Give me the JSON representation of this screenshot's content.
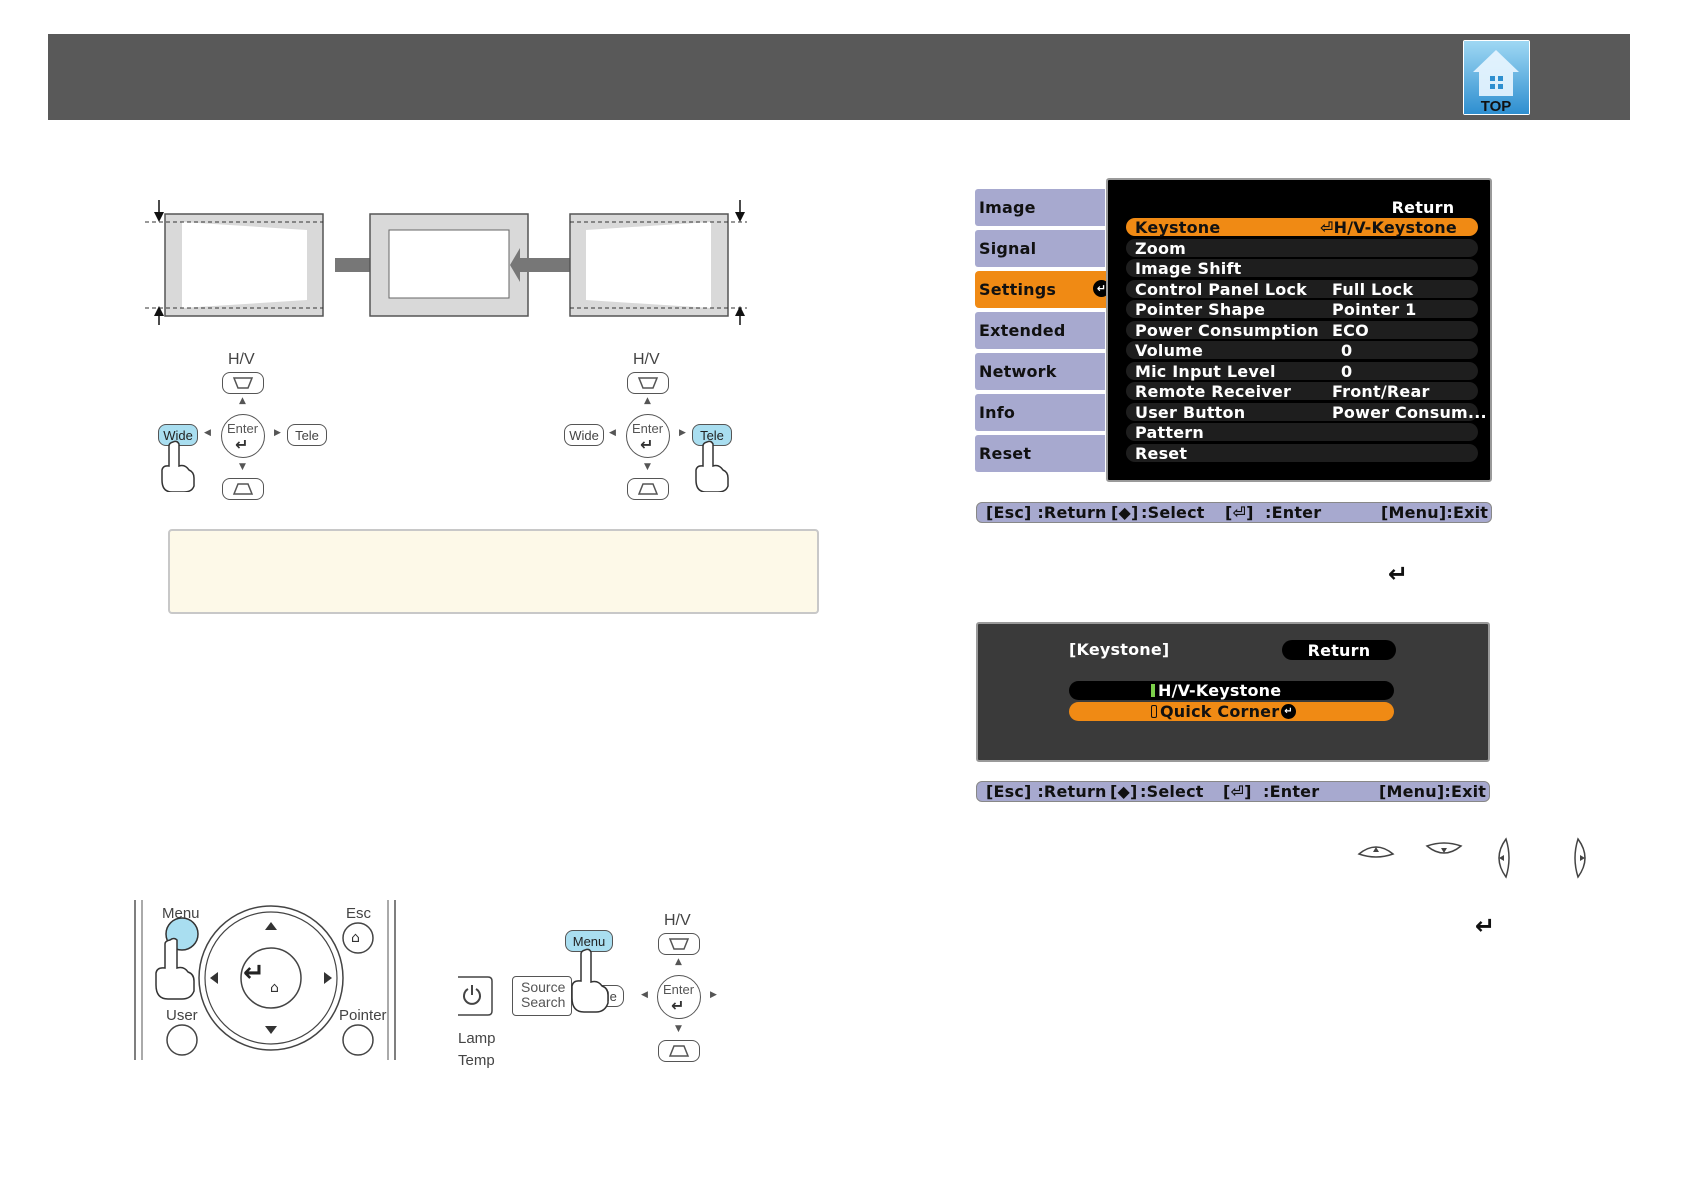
{
  "header": {
    "top_label": "TOP"
  },
  "keys": {
    "hv": "H/V",
    "wide": "Wide",
    "tele": "Tele",
    "enter": "Enter",
    "menu": "Menu",
    "esc": "Esc",
    "user": "User",
    "pointer": "Pointer",
    "source_search": [
      "Source",
      "Search"
    ],
    "lamp": "Lamp",
    "temp": "Temp"
  },
  "menu": {
    "tabs": [
      "Image",
      "Signal",
      "Settings",
      "Extended",
      "Network",
      "Info",
      "Reset"
    ],
    "active_tab": "Settings",
    "return_label": "Return",
    "rows": [
      {
        "label": "Keystone",
        "value": "H/V-Keystone"
      },
      {
        "label": "Zoom",
        "value": ""
      },
      {
        "label": "Image Shift",
        "value": ""
      },
      {
        "label": "Control Panel Lock",
        "value": "Full Lock"
      },
      {
        "label": "Pointer Shape",
        "value": "Pointer 1"
      },
      {
        "label": "Power Consumption",
        "value": "ECO"
      },
      {
        "label": "Volume",
        "value": "0"
      },
      {
        "label": "Mic Input Level",
        "value": "0"
      },
      {
        "label": "Remote Receiver",
        "value": "Front/Rear"
      },
      {
        "label": "User Button",
        "value": "Power Consum..."
      },
      {
        "label": "Pattern",
        "value": ""
      },
      {
        "label": "Reset",
        "value": ""
      }
    ],
    "status": {
      "esc": "[Esc] :Return",
      "select": ":Select",
      "enter": ":Enter",
      "exit": "[Menu]:Exit"
    }
  },
  "keystone_menu": {
    "title": "[Keystone]",
    "return_label": "Return",
    "options": [
      "H/V-Keystone",
      "Quick Corner"
    ],
    "selected": "Quick Corner",
    "status": {
      "esc": "[Esc] :Return",
      "select": ":Select",
      "enter": ":Enter",
      "exit": "[Menu]:Exit"
    }
  },
  "colors": {
    "header": "#595959",
    "menu_accent": "#f08a14",
    "tab_bg": "#a7a9cf",
    "key_highlight": "#a9def0",
    "note_bg": "#fdf9e8"
  }
}
